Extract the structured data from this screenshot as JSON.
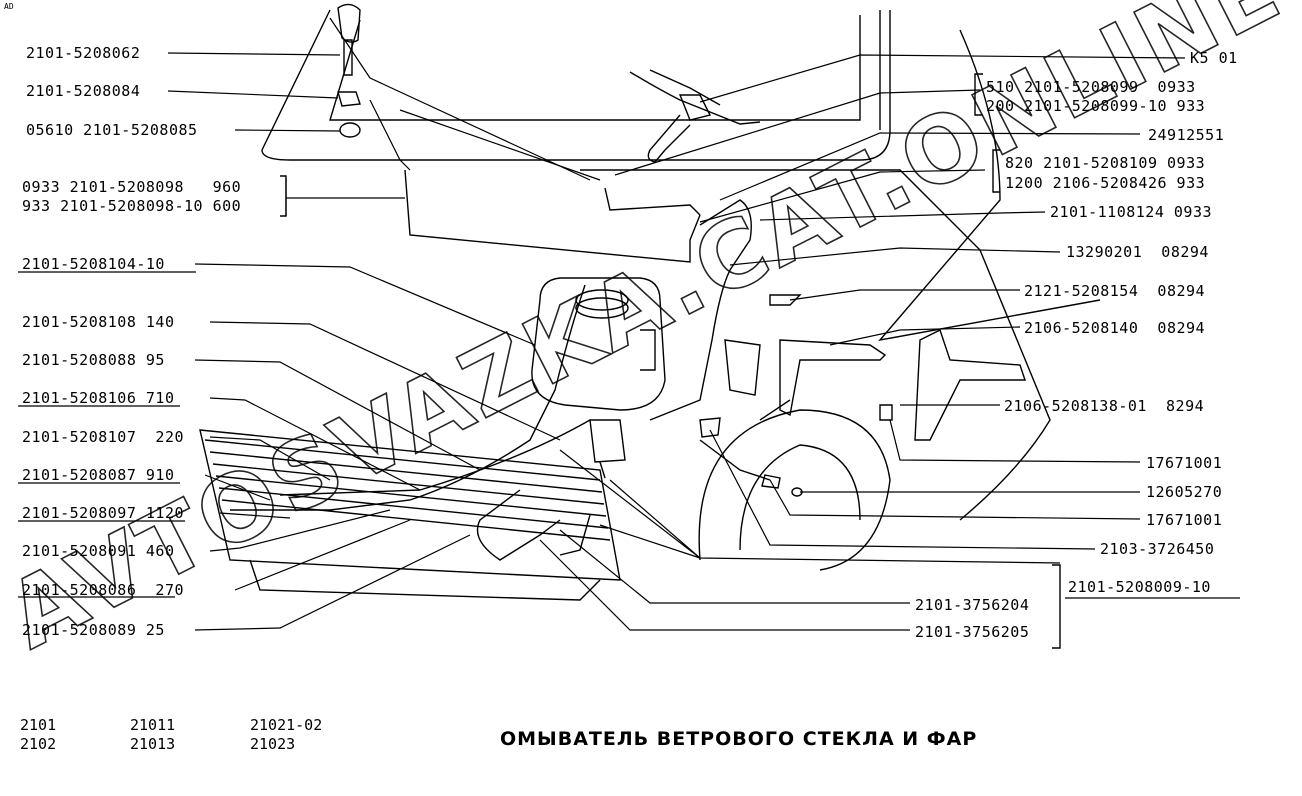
{
  "corner_mark": "AD",
  "title": "ОМЫВАТЕЛЬ ВЕТРОВОГО СТЕКЛА И ФАР",
  "models": [
    [
      "2101",
      "2102"
    ],
    [
      "21011",
      "21013"
    ],
    [
      "21021-02",
      "21023"
    ]
  ],
  "watermark": "AVTOSVAZKA.CAT.ONLINE",
  "labels": {
    "l1": "2101-5208062",
    "l2": "2101-5208084",
    "l3": "05610 2101-5208085",
    "l4a": "0933 2101-5208098   960",
    "l4b": "933 2101-5208098-10 600",
    "l5": "2101-5208104-10",
    "l6": "2101-5208108 140",
    "l7": "2101-5208088 95",
    "l8": "2101-5208106 710",
    "l9": "2101-5208107  220",
    "l10": "2101-5208087 910",
    "l11": "2101-5208097 1120",
    "l12": "2101-5208091 460",
    "l13": "2101-5208086  270",
    "l14": "2101-5208089 25",
    "r1": "K5 01",
    "r2a": "510 2101-5208099  0933",
    "r2b": "200 2101-5208099-10 933",
    "r3": "24912551",
    "r4a": "820 2101-5208109 0933",
    "r4b": "1200 2106-5208426 933",
    "r5": "2101-1108124 0933",
    "r6": "13290201  08294",
    "r7": "2121-5208154  08294",
    "r8": "2106-5208140  08294",
    "r9": "2106-5208138-01  8294",
    "r10": "17671001",
    "r11": "12605270",
    "r12": "17671001",
    "r13": "2103-3726450",
    "r14": "2101-5208009-10",
    "r15": "2101-3756204",
    "r16": "2101-3756205"
  }
}
